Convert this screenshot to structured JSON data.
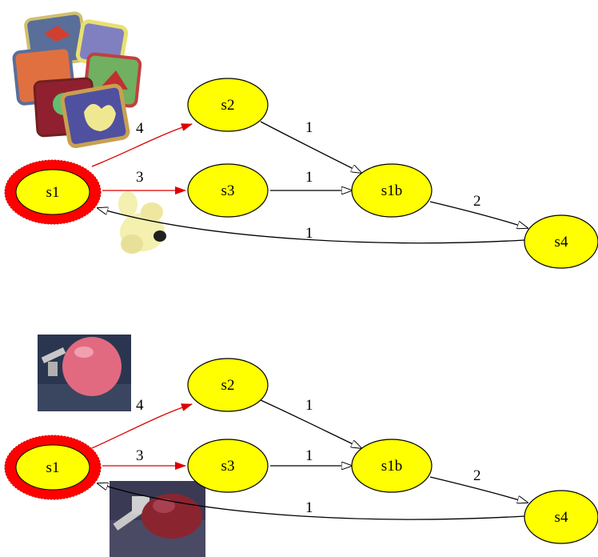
{
  "colors": {
    "node_fill": "#ffff00",
    "node_stroke": "#000000",
    "start_ring": "#ff0000",
    "active_edge": "#dd0000",
    "edge": "#000000"
  },
  "graphs": [
    {
      "nodes": {
        "s1": "s1",
        "s2": "s2",
        "s3": "s3",
        "s1b": "s1b",
        "s4": "s4"
      },
      "edge_labels": {
        "s1_s2": "4",
        "s1_s3": "3",
        "s2_s1b": "1",
        "s3_s1b": "1",
        "s1b_s4": "2",
        "s4_s1": "1"
      },
      "images": {
        "a": "cluster-of-colored-shape-blocks",
        "b": "yellow-toy-object"
      }
    },
    {
      "nodes": {
        "s1": "s1",
        "s2": "s2",
        "s3": "s3",
        "s1b": "s1b",
        "s4": "s4"
      },
      "edge_labels": {
        "s1_s2": "4",
        "s1_s3": "3",
        "s2_s1b": "1",
        "s3_s1b": "1",
        "s1b_s4": "2",
        "s4_s1": "1"
      },
      "images": {
        "a": "pink-ball-photo",
        "b": "red-object-gripper-photo"
      }
    }
  ]
}
